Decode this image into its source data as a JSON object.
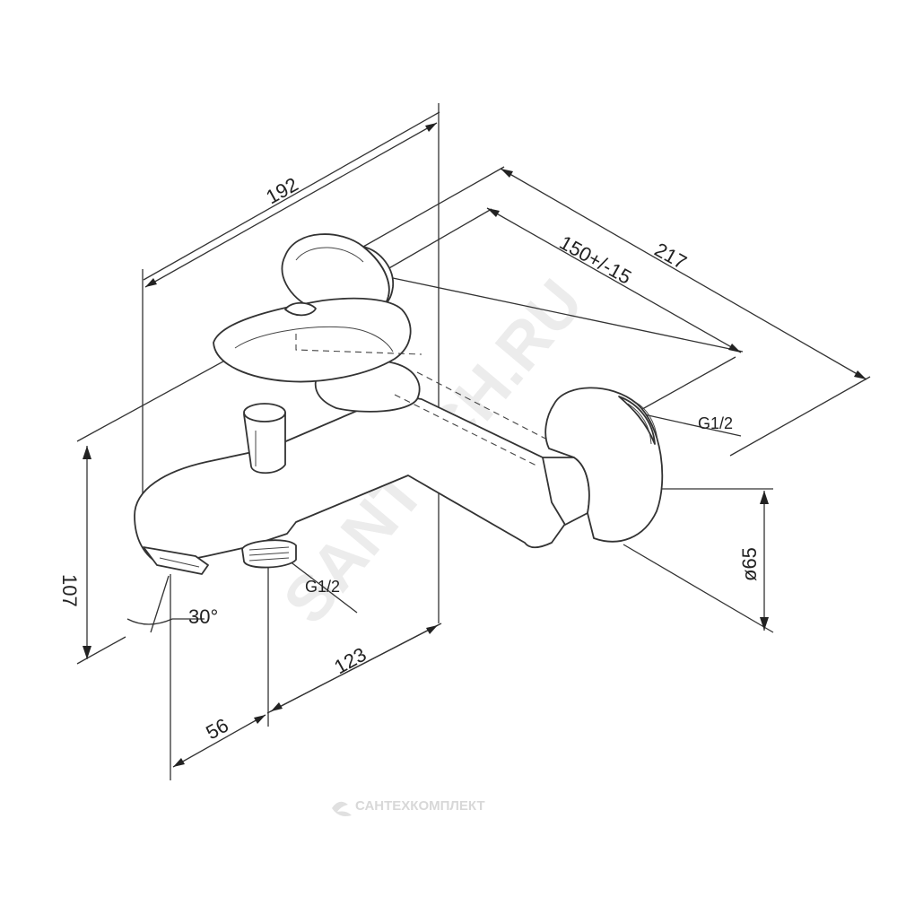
{
  "dimensions": {
    "width_total": "192",
    "depth_total": "217",
    "wall_distance": "150+/-15",
    "height": "107",
    "spout_angle": "30°",
    "outlet_offset_1": "56",
    "outlet_offset_2": "123",
    "flange_diameter": "ø65",
    "thread_right": "G1/2",
    "thread_bottom": "G1/2"
  },
  "watermarks": {
    "diagonal": "SANTECH.RU",
    "footer": "САНТЕХКОМПЛЕКТ"
  },
  "colors": {
    "line": "#333333",
    "watermark": "#e9e9e9"
  }
}
